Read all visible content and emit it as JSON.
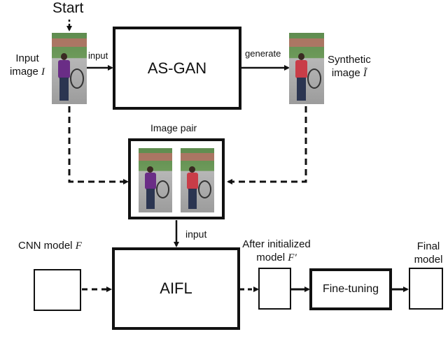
{
  "start_label": "Start",
  "input_image_label_line1": "Input",
  "input_image_label_line2": "image",
  "input_image_symbol": "I",
  "input_arrow_label": "input",
  "asgan_label": "AS-GAN",
  "generate_arrow_label": "generate",
  "synthetic_image_label_line1": "Synthetic",
  "synthetic_image_label_line2": "image",
  "synthetic_image_symbol": "Ĩ",
  "image_pair_label": "Image pair",
  "pair_to_aifl_label": "input",
  "cnn_model_label": "CNN model",
  "cnn_model_symbol": "F",
  "aifl_label": "AIFL",
  "after_init_label_line1": "After initialized",
  "after_init_label_line2": "model",
  "after_init_symbol": "F′",
  "fine_tuning_label": "Fine-tuning",
  "final_model_label_line1": "Final",
  "final_model_label_line2": "model",
  "colors": {
    "input_person": "#6a2d86",
    "synthetic_person": "#c93d48",
    "stroke": "#111111"
  }
}
